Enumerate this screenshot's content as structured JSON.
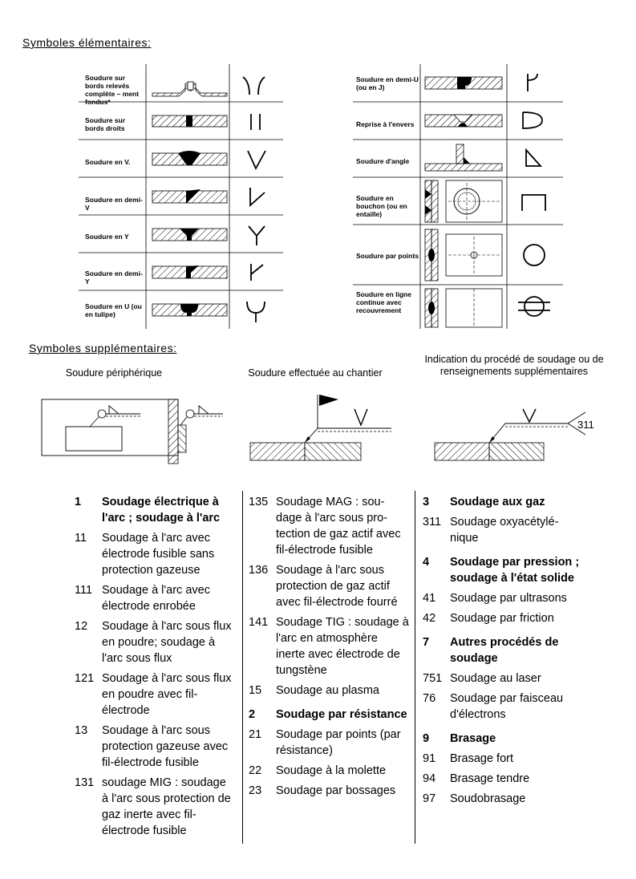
{
  "headings": {
    "elementaires": "Symboles élémentaires:",
    "supplementaires": "Symboles supplémentaires:"
  },
  "left_table": [
    {
      "label": "Soudure sur bords relevés complète – ment fondus*",
      "symbol": "flange"
    },
    {
      "label": "Soudure sur bords droits",
      "symbol": "square"
    },
    {
      "label": "Soudure en V.",
      "symbol": "v"
    },
    {
      "label": "Soudure en demi-V",
      "symbol": "half-v"
    },
    {
      "label": "Soudure en Y",
      "symbol": "y"
    },
    {
      "label": "Soudure en demi-Y",
      "symbol": "half-y"
    },
    {
      "label": "Soudure en U (ou en tulipe)",
      "symbol": "u"
    }
  ],
  "right_table": [
    {
      "label": "Soudure en demi-U (ou en J)",
      "symbol": "j"
    },
    {
      "label": "Reprise à l'envers",
      "symbol": "backing"
    },
    {
      "label": "Soudure d'angle",
      "symbol": "fillet"
    },
    {
      "label": "Soudure en bouchon (ou en entaille)",
      "symbol": "plug"
    },
    {
      "label": "Soudure par points",
      "symbol": "spot"
    },
    {
      "label": "Soudure en ligne continue avec recouvrement",
      "symbol": "seam"
    }
  ],
  "captions": {
    "peripherique": "Soudure périphérique",
    "chantier": "Soudure effectuée au chantier",
    "indication": "Indication du procédé de soudage ou de renseignements supplémentaires",
    "ref_number": "311"
  },
  "processes": {
    "col1": [
      {
        "num": "1",
        "text": "Soudage électrique à l'arc ; soudage à l'arc",
        "bold": true
      },
      {
        "num": "11",
        "text": "Soudage à l'arc avec électrode fusible sans protection gazeuse"
      },
      {
        "num": "111",
        "text": "Soudage à l'arc avec électrode enrobée"
      },
      {
        "num": "12",
        "text": "Soudage à l'arc sous flux en poudre; soudage à l'arc sous flux"
      },
      {
        "num": "121",
        "text": "Soudage à l'arc sous flux en poudre avec fil-électrode"
      },
      {
        "num": "13",
        "text": "Soudage à l'arc sous protection gazeuse avec fil-électrode fusible"
      },
      {
        "num": "131",
        "text": "soudage MIG : soudage à l'arc sous protection de gaz inerte avec fil-électrode fusible"
      }
    ],
    "col2": [
      {
        "num": "135",
        "text": "Soudage MAG : sou-dage à l'arc sous pro-tection de gaz actif avec fil-électrode fusible"
      },
      {
        "num": "136",
        "text": "Soudage à l'arc sous protection de gaz actif avec fil-électrode fourré"
      },
      {
        "num": "141",
        "text": "Soudage TIG : soudage à l'arc en atmosphère inerte avec électrode de tungstène"
      },
      {
        "num": "15",
        "text": "Soudage au plasma"
      },
      {
        "num": "2",
        "text": "Soudage par résistance",
        "bold": true
      },
      {
        "num": "21",
        "text": "Soudage par points (par résistance)"
      },
      {
        "num": "22",
        "text": "Soudage à la molette"
      },
      {
        "num": "23",
        "text": "Soudage par bossages"
      }
    ],
    "col3": [
      {
        "num": "3",
        "text": "Soudage aux gaz",
        "bold": true
      },
      {
        "num": "311",
        "text": "Soudage oxyacétylé-nique"
      },
      {
        "num": "4",
        "text": "Soudage par pression ; soudage à l'état solide",
        "bold": true
      },
      {
        "num": "41",
        "text": "Soudage par ultrasons"
      },
      {
        "num": "42",
        "text": "Soudage par friction"
      },
      {
        "num": "7",
        "text": "Autres procédés de soudage",
        "bold": true
      },
      {
        "num": "751",
        "text": "Soudage au laser"
      },
      {
        "num": "76",
        "text": "Soudage par faisceau d'électrons"
      },
      {
        "num": "9",
        "text": "Brasage",
        "bold": true
      },
      {
        "num": "91",
        "text": "Brasage fort"
      },
      {
        "num": "94",
        "text": "Brasage tendre"
      },
      {
        "num": "97",
        "text": "Soudobrasage"
      }
    ]
  }
}
